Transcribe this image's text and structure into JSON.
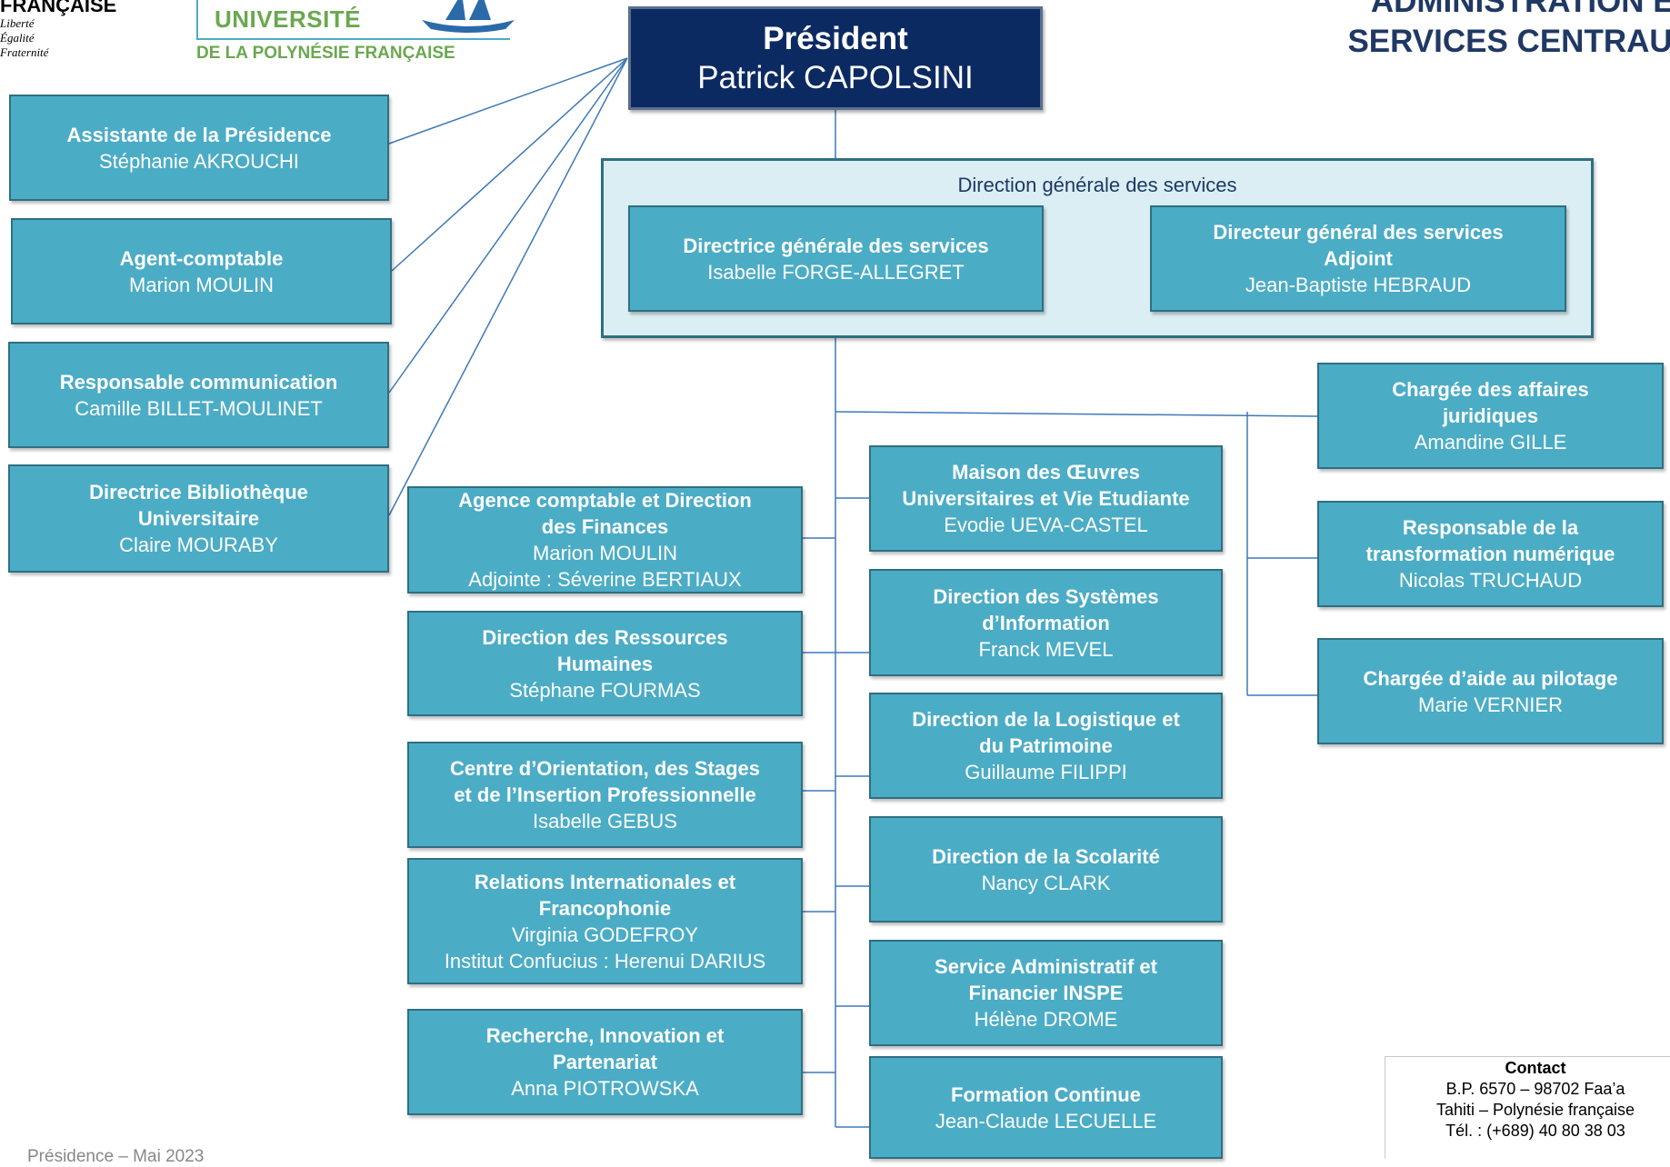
{
  "header": {
    "line1": "ADMINISTRATION ET",
    "line2": "SERVICES CENTRAUX"
  },
  "logos": {
    "republique": {
      "title": "FRANÇAISE",
      "motto": [
        "Liberté",
        "Égalité",
        "Fraternité"
      ]
    },
    "universite": {
      "name": "UNIVERSITÉ",
      "subtitle": "DE LA POLYNÉSIE FRANÇAISE"
    }
  },
  "president": {
    "title": "Président",
    "name": "Patrick CAPOLSINI"
  },
  "dgs": {
    "label": "Direction générale des services",
    "directrice": {
      "title": "Directrice générale des services",
      "name": "Isabelle FORGE-ALLEGRET"
    },
    "adjoint": {
      "title_line1": "Directeur général des services",
      "title_line2": "Adjoint",
      "name": "Jean-Baptiste HEBRAUD"
    }
  },
  "left_boxes": [
    {
      "title": [
        "Assistante de la Présidence"
      ],
      "names": [
        "Stéphanie AKROUCHI"
      ]
    },
    {
      "title": [
        "Agent-comptable"
      ],
      "names": [
        "Marion MOULIN"
      ]
    },
    {
      "title": [
        "Responsable communication"
      ],
      "names": [
        "Camille BILLET-MOULINET"
      ]
    },
    {
      "title": [
        "Directrice Bibliothèque",
        "Universitaire"
      ],
      "names": [
        "Claire MOURABY"
      ]
    }
  ],
  "col1_boxes": [
    {
      "title": [
        "Agence comptable et Direction",
        "des Finances"
      ],
      "names": [
        "Marion MOULIN",
        "Adjointe : Séverine BERTIAUX"
      ]
    },
    {
      "title": [
        "Direction des Ressources",
        "Humaines"
      ],
      "names": [
        "Stéphane FOURMAS"
      ]
    },
    {
      "title": [
        "Centre d’Orientation, des Stages",
        "et de l’Insertion Professionnelle"
      ],
      "names": [
        "Isabelle GEBUS"
      ]
    },
    {
      "title": [
        "Relations Internationales et",
        "Francophonie"
      ],
      "names": [
        "Virginia GODEFROY",
        "Institut Confucius : Herenui DARIUS"
      ]
    },
    {
      "title": [
        "Recherche, Innovation et",
        "Partenariat"
      ],
      "names": [
        "Anna PIOTROWSKA"
      ]
    }
  ],
  "col2_boxes": [
    {
      "title": [
        "Maison des Œuvres",
        "Universitaires et Vie Etudiante"
      ],
      "names": [
        "Evodie UEVA-CASTEL"
      ]
    },
    {
      "title": [
        "Direction des Systèmes",
        "d’Information"
      ],
      "names": [
        "Franck MEVEL"
      ]
    },
    {
      "title": [
        "Direction de la Logistique et",
        "du Patrimoine"
      ],
      "names": [
        "Guillaume FILIPPI"
      ]
    },
    {
      "title": [
        "Direction de la Scolarité"
      ],
      "names": [
        "Nancy CLARK"
      ]
    },
    {
      "title": [
        "Service Administratif et",
        "Financier INSPE"
      ],
      "names": [
        "Hélène DROME"
      ]
    },
    {
      "title": [
        "Formation Continue"
      ],
      "names": [
        "Jean-Claude LECUELLE"
      ]
    }
  ],
  "right_boxes": [
    {
      "title": [
        "Chargée des affaires",
        "juridiques"
      ],
      "names": [
        "Amandine GILLE"
      ]
    },
    {
      "title": [
        "Responsable de la",
        "transformation numérique"
      ],
      "names": [
        "Nicolas TRUCHAUD"
      ]
    },
    {
      "title": [
        "Chargée d’aide au pilotage"
      ],
      "names": [
        "Marie VERNIER"
      ]
    }
  ],
  "contact": {
    "title": "Contact",
    "lines": [
      "B.P. 6570 – 98702 Faa’a",
      "Tahiti – Polynésie française",
      "Tél. : (+689) 40 80 38 03"
    ]
  },
  "footer": "Présidence – Mai 2023",
  "colors": {
    "box_fill": "#4bacc6",
    "box_border": "#2f6f80",
    "president_fill": "#0c2a62",
    "dgs_fill": "#daeef3",
    "line": "#3e78b8",
    "header_text": "#1f3864",
    "univ_green": "#6aa84f"
  }
}
